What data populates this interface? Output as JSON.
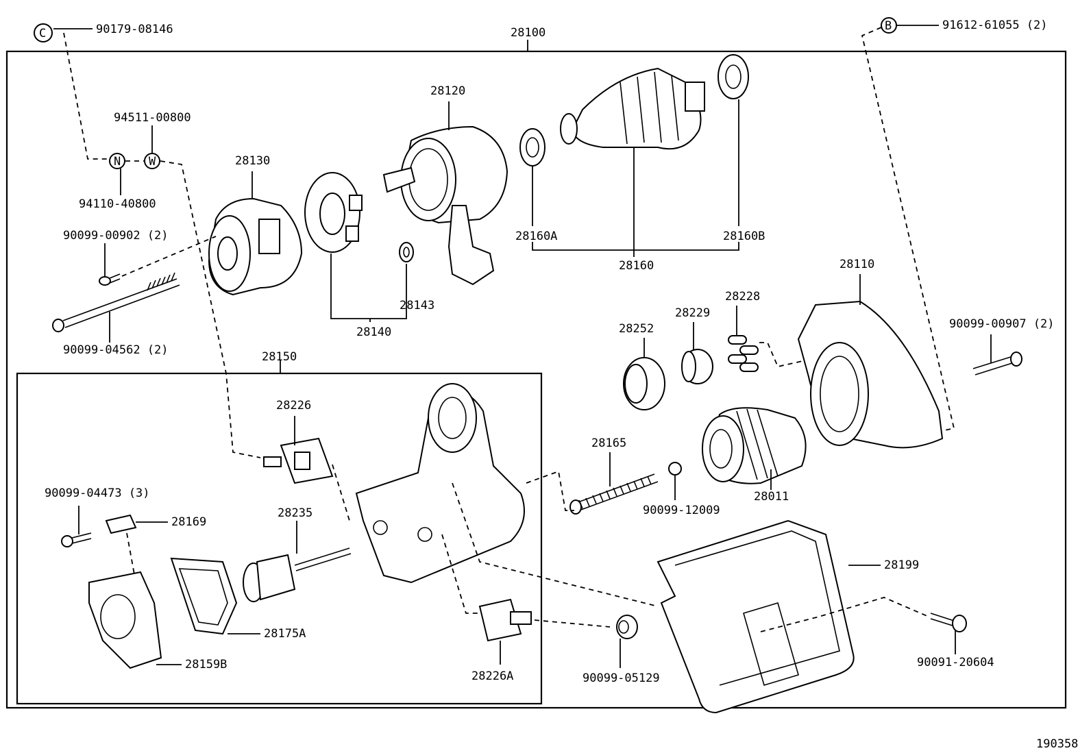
{
  "labels": {
    "c_ref": "90179-08146",
    "b_ref": "91612-61055 (2)",
    "assembly": "28100",
    "p94511": "94511-00800",
    "p94110": "94110-40800",
    "p28120": "28120",
    "p28130": "28130",
    "p90099_00902": "90099-00902 (2)",
    "p90099_04562": "90099-04562 (2)",
    "p28160A": "28160A",
    "p28160B": "28160B",
    "p28160": "28160",
    "p28143": "28143",
    "p28140": "28140",
    "p28110": "28110",
    "p28228": "28228",
    "p28229": "28229",
    "p28252": "28252",
    "p90099_00907": "90099-00907 (2)",
    "p28150": "28150",
    "p28226": "28226",
    "p28165": "28165",
    "p90099_12009": "90099-12009",
    "p28011": "28011",
    "p90099_04473": "90099-04473 (3)",
    "p28169": "28169",
    "p28235": "28235",
    "p28199": "28199",
    "p28175A": "28175A",
    "p28159B": "28159B",
    "p28226A": "28226A",
    "p90099_05129": "90099-05129",
    "p90091_20604": "90091-20604",
    "figure_no": "190358"
  },
  "symbols": {
    "c": "C",
    "b": "B",
    "n": "N",
    "w": "W"
  }
}
